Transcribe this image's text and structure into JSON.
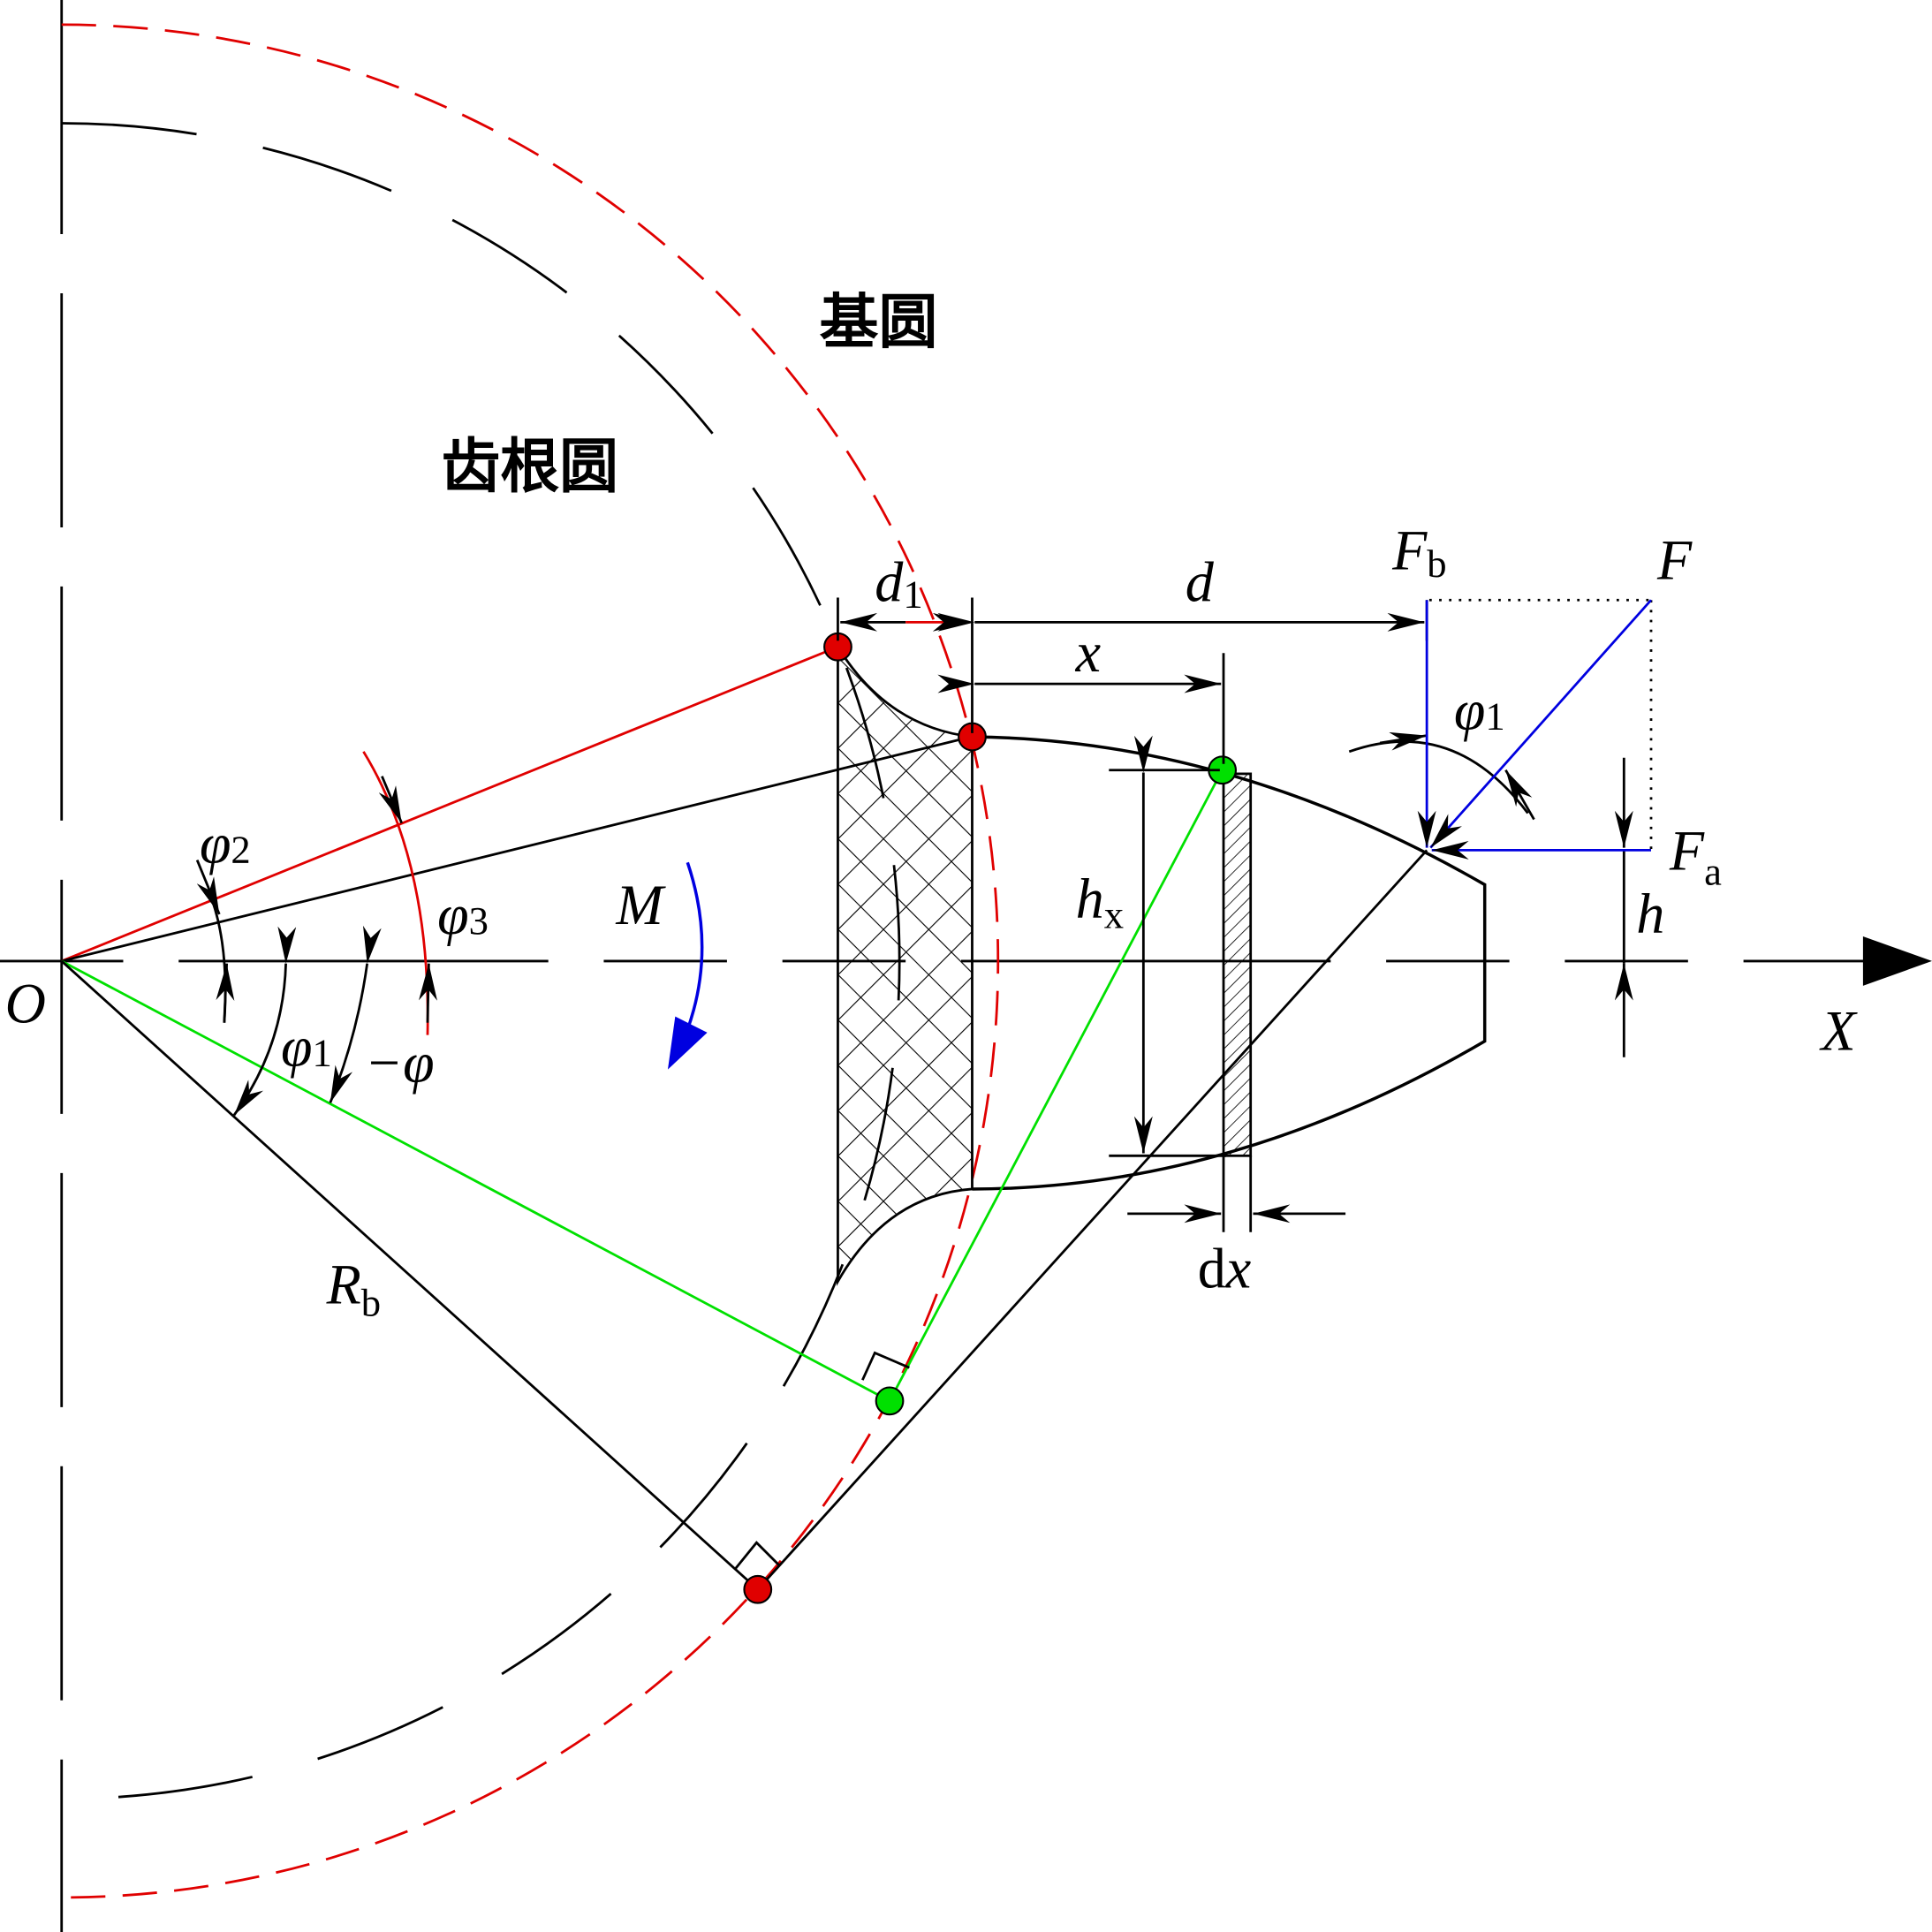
{
  "labels": {
    "base_circle": "基圆",
    "root_circle": "齿根圆",
    "origin": "O",
    "x_axis": "X",
    "phi1_left": "φ",
    "phi1_left_sub": "1",
    "neg_phi": "−φ",
    "phi2": "φ",
    "phi2_sub": "2",
    "phi3": "φ",
    "phi3_sub": "3",
    "moment": "M",
    "Rb": "R",
    "Rb_sub": "b",
    "d1": "d",
    "d1_sub": "1",
    "d": "d",
    "x": "x",
    "hx": "h",
    "hx_sub": "x",
    "dx_d": "d",
    "dx_x": "x",
    "Fb": "F",
    "Fb_sub": "b",
    "F": "F",
    "Fa": "F",
    "Fa_sub": "a",
    "phi1_right": "φ",
    "phi1_right_sub": "1",
    "h": "h"
  },
  "colors": {
    "red": "#e00000",
    "green": "#00e000",
    "blue": "#0000e0",
    "black": "#000000"
  }
}
